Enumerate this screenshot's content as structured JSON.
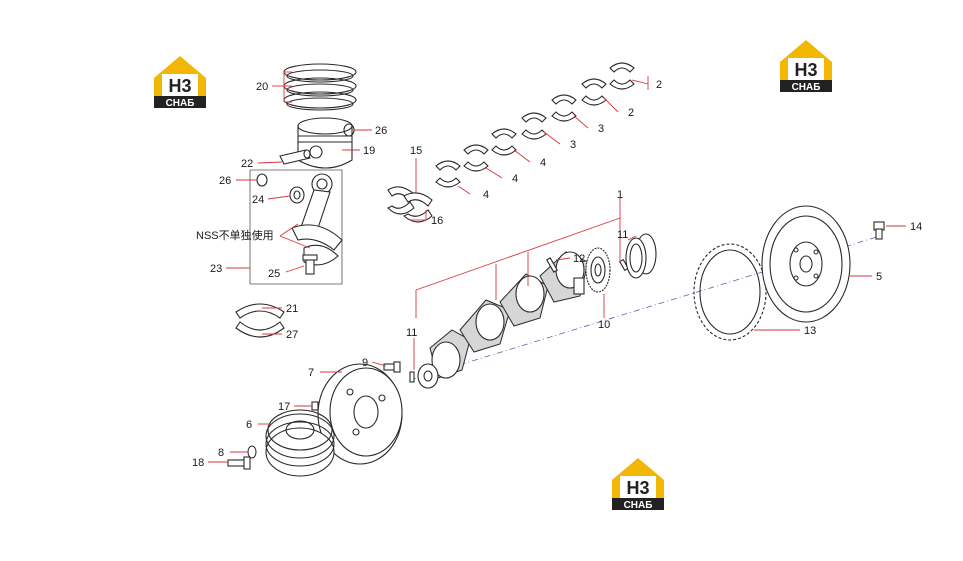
{
  "logo": {
    "main": "H3",
    "sub": "CHAБ",
    "yellow": "#f2b705",
    "dark": "#222222"
  },
  "note": "NSS不单独使用",
  "callouts": {
    "c1": "1",
    "c2a": "2",
    "c2b": "2",
    "c3a": "3",
    "c3b": "3",
    "c4a": "4",
    "c4b": "4",
    "c4c": "4",
    "c5": "5",
    "c6": "6",
    "c7": "7",
    "c8": "8",
    "c9": "9",
    "c10": "10",
    "c11a": "11",
    "c11b": "11",
    "c12": "12",
    "c13": "13",
    "c14": "14",
    "c15": "15",
    "c16": "16",
    "c17": "17",
    "c18": "18",
    "c19": "19",
    "c20": "20",
    "c21": "21",
    "c22": "22",
    "c23": "23",
    "c24": "24",
    "c25": "25",
    "c26a": "26",
    "c26b": "26",
    "c27": "27"
  },
  "colors": {
    "leader": "#d9363e",
    "line": "#2a2a2a"
  }
}
